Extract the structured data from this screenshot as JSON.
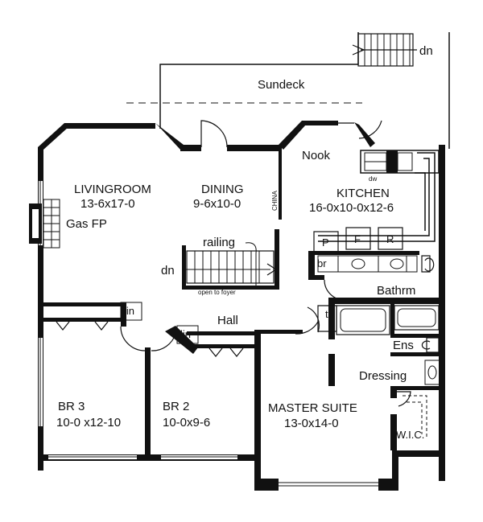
{
  "rooms": {
    "sundeck": "Sundeck",
    "livingroom": {
      "name": "LIVINGROOM",
      "size": "13-6x17-0"
    },
    "gas_fp": "Gas FP",
    "dining": {
      "name": "DINING",
      "size": "9-6x10-0"
    },
    "china": "CHINA",
    "nook": "Nook",
    "kitchen": {
      "name": "KITCHEN",
      "size": "16-0x10-0x12-6"
    },
    "dw": "dw",
    "pantry": "P",
    "fridge": "F",
    "range": "R",
    "br_cabinet": "br",
    "bathroom": "Bathrm",
    "railing": "railing",
    "stair_dn": "dn",
    "deck_dn": "dn",
    "open_to_foyer": "open to foyer",
    "linen_1": "lin",
    "linen_2": "lin",
    "hall": "Hall",
    "t_closet": "t",
    "ensuite": "Ens",
    "dressing": "Dressing",
    "br3": {
      "name": "BR 3",
      "size": "10-0 x12-10"
    },
    "br2": {
      "name": "BR 2",
      "size": "10-0x9-6"
    },
    "master": {
      "name": "MASTER SUITE",
      "size": "13-0x14-0"
    },
    "wic": "W.I.C."
  }
}
